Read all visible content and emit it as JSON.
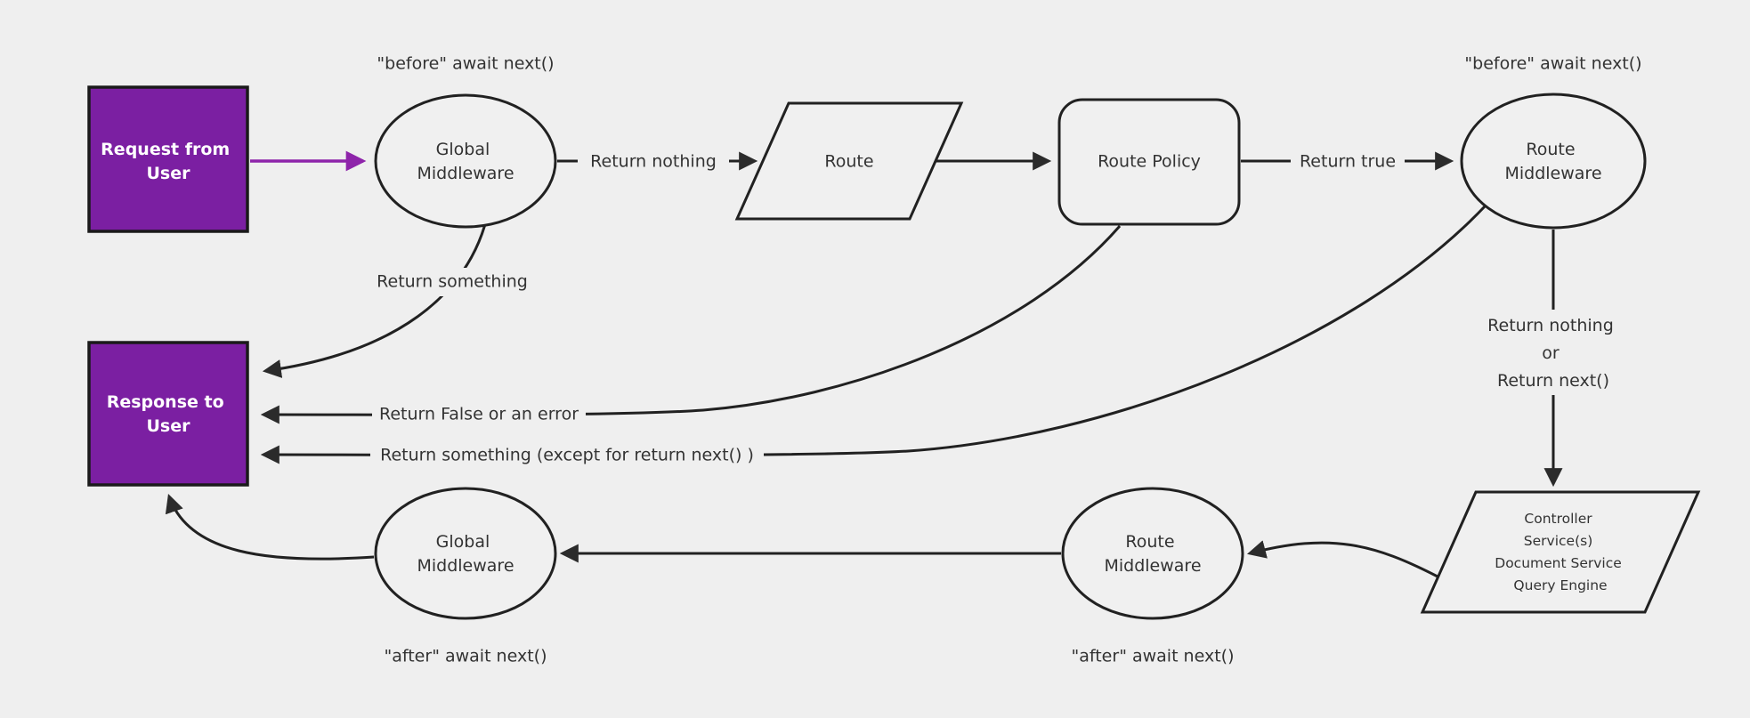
{
  "diagram": {
    "background_color": "#efefef",
    "stroke_color": "#212121",
    "label_text_color": "#333333",
    "terminal_fill_color": "#7b1fa2",
    "terminal_text_color": "#ffffff",
    "purple_arrow_color": "#8e24aa",
    "nodes": {
      "request_from_user": {
        "line1": "Request from",
        "line2": "User"
      },
      "global_middleware_top": {
        "line1": "Global",
        "line2": "Middleware"
      },
      "route": {
        "label": "Route"
      },
      "route_policy": {
        "label": "Route Policy"
      },
      "route_middleware_top": {
        "line1": "Route",
        "line2": "Middleware"
      },
      "response_to_user": {
        "line1": "Response to",
        "line2": "User"
      },
      "controller_services": {
        "line1": "Controller",
        "line2": "Service(s)",
        "line3": "Document Service",
        "line4": "Query Engine"
      },
      "route_middleware_bottom": {
        "line1": "Route",
        "line2": "Middleware"
      },
      "global_middleware_bottom": {
        "line1": "Global",
        "line2": "Middleware"
      }
    },
    "edge_labels": {
      "before_await_next_left": "\"before\" await next()",
      "before_await_next_right": "\"before\" await next()",
      "return_nothing": "Return nothing",
      "return_true": "Return true",
      "return_something": "Return something",
      "return_false_or_error": "Return False or an error",
      "return_something_except": "Return something (except for return next() )",
      "return_nothing_or": {
        "line1": "Return nothing",
        "line2": "or",
        "line3": "Return next()"
      },
      "after_await_next_left": "\"after\" await next()",
      "after_await_next_right": "\"after\" await next()"
    }
  }
}
